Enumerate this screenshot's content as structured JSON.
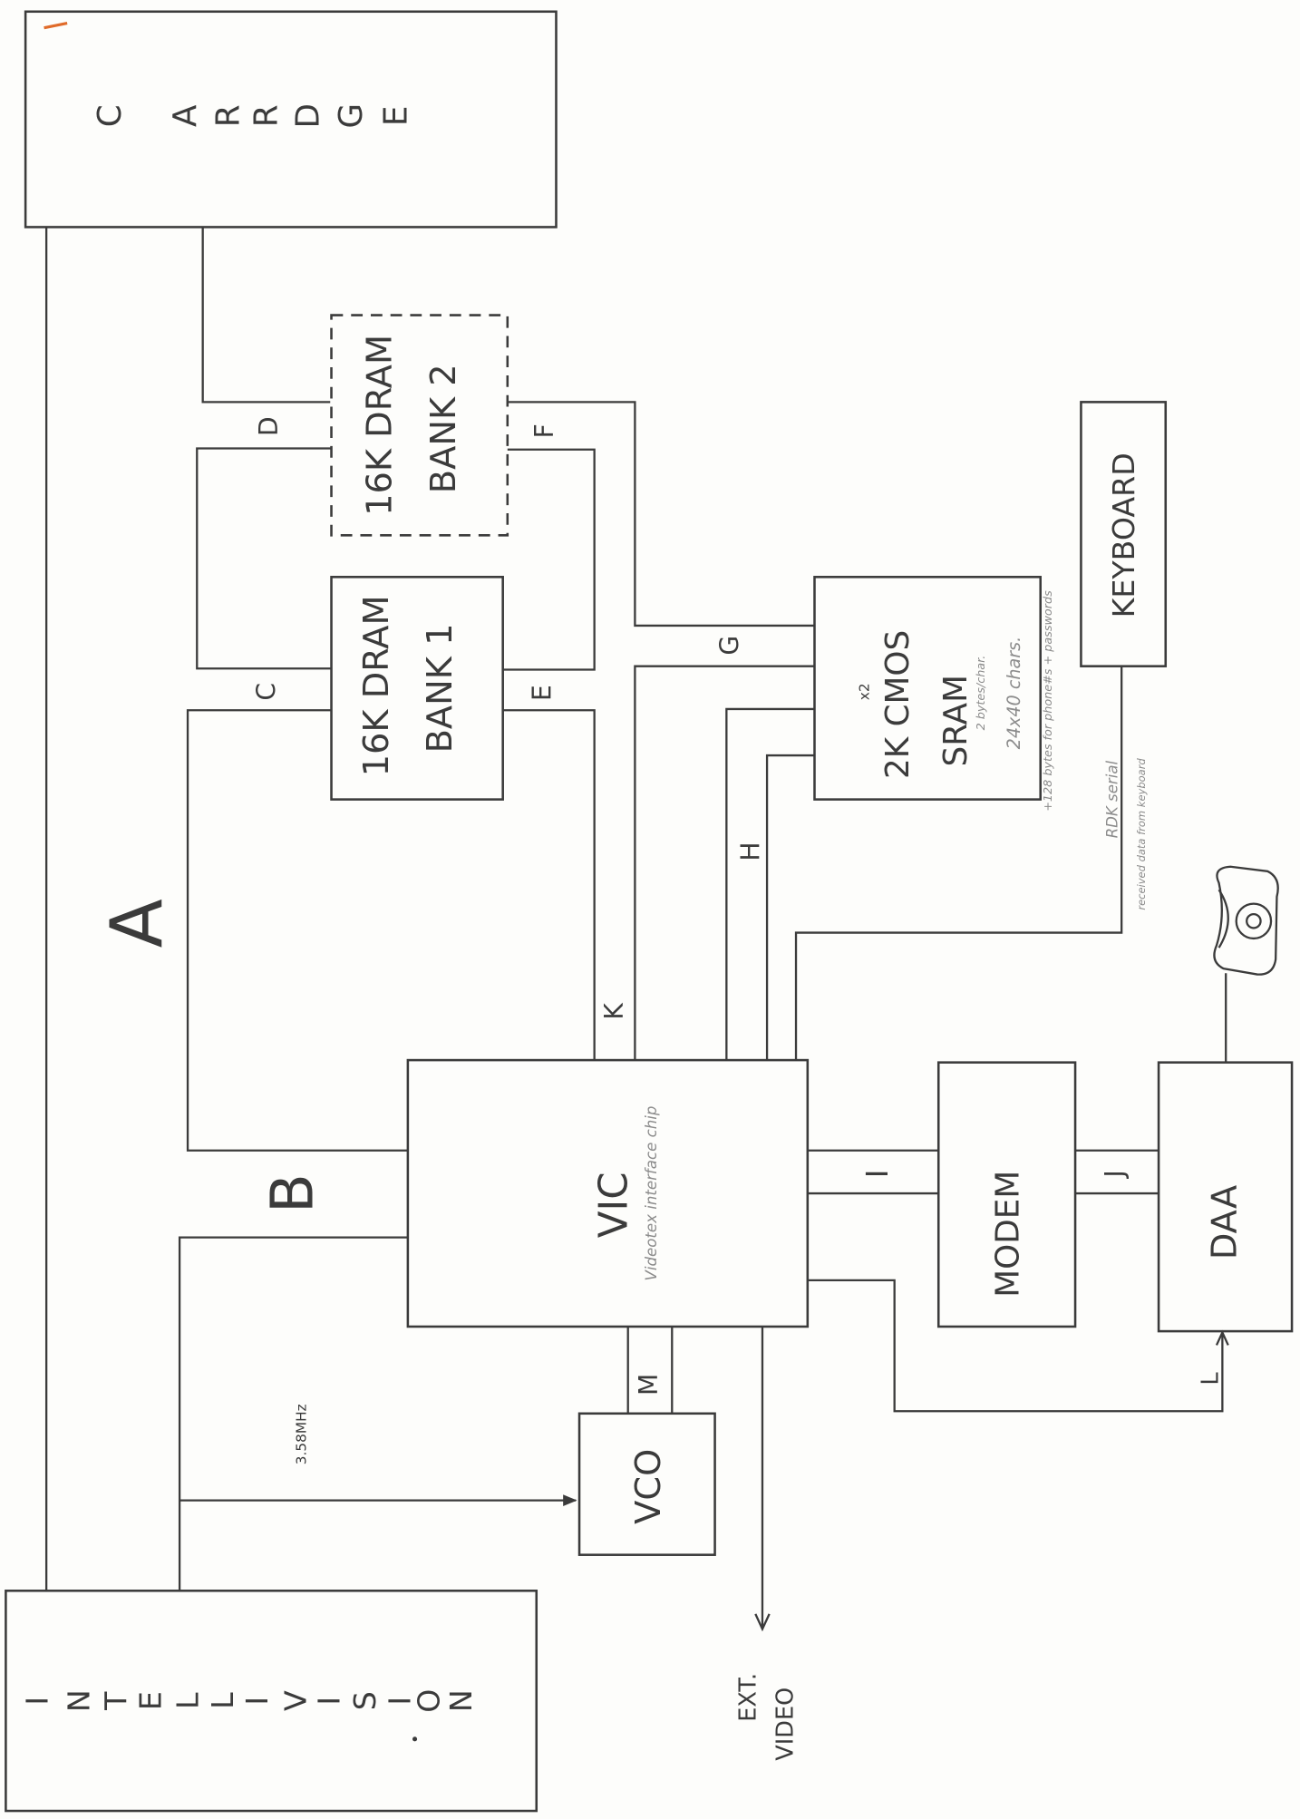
{
  "colors": {
    "line": "#3b3b3b",
    "note": "#8c8c8c",
    "accent": "#e06b2a"
  },
  "blocks": {
    "cartridge": {
      "letters": [
        "C",
        "A",
        "R",
        "R",
        "D",
        "G",
        "E"
      ]
    },
    "intellivision": {
      "letters": [
        "I",
        "N",
        "T",
        "E",
        "L",
        "L",
        "I",
        "V",
        "I",
        "S",
        "I",
        "O",
        "N"
      ]
    },
    "dram_bank_2": {
      "line1": "16K DRAM",
      "line2": "BANK 2"
    },
    "dram_bank_1": {
      "line1": "16K DRAM",
      "line2": "BANK 1"
    },
    "sram": {
      "line1": "2K CMOS",
      "multiplier": "x2",
      "line2": "SRAM",
      "notes": [
        "2 bytes/char.",
        "24x40 chars.",
        "+128 bytes for phone#s + passwords"
      ]
    },
    "keyboard": {
      "label": "KEYBOARD"
    },
    "vic": {
      "label": "VIC",
      "note": "Videotex interface chip"
    },
    "modem": {
      "label": "MODEM"
    },
    "daa": {
      "label": "DAA"
    },
    "vco": {
      "label": "VCO"
    }
  },
  "bus_labels": {
    "a": "A",
    "b": "B",
    "c": "C",
    "d": "D",
    "e": "E",
    "f": "F",
    "g": "G",
    "h": "H",
    "i": "I",
    "j": "J",
    "k": "K",
    "l": "L",
    "m": "M"
  },
  "signals": {
    "clock": "3.58MHz",
    "ext_video": [
      "EXT.",
      "VIDEO"
    ],
    "rdk": "RDK serial",
    "rdk_note": "received data from keyboard"
  },
  "icons": {
    "telephone": "telephone-icon"
  }
}
